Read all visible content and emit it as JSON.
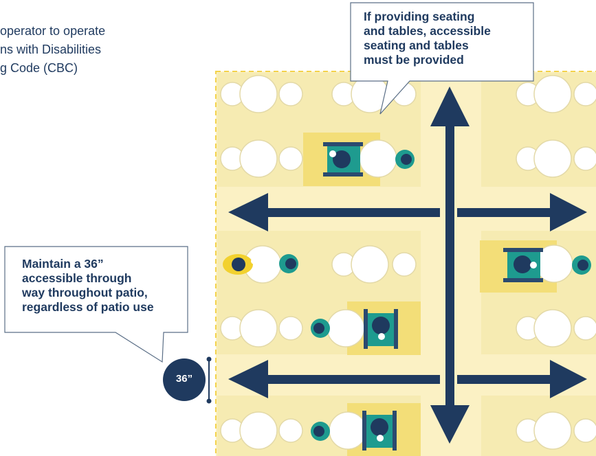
{
  "intro_text": {
    "line1": "operator to operate",
    "line2": "ns with Disabilities",
    "line3": "g Code (CBC)"
  },
  "callout_seating": {
    "line1": "If providing seating",
    "line2": "and tables, accessible",
    "line3": "seating and tables",
    "line4": "must be provided"
  },
  "callout_through_way": {
    "line1": "Maintain a 36”",
    "line2": "accessible through",
    "line3": "way throughout patio,",
    "line4": "regardless of patio use"
  },
  "dimension_badge": {
    "label": "36”"
  },
  "colors": {
    "patio_background": "#fbf1c4",
    "patio_border": "#f3d24a",
    "seat_zone": "#f6e79a",
    "arrow": "#1f3a5f",
    "table": "#ffffff",
    "teal_figure": "#1e9b8f",
    "yellow_figure": "#f2d12f"
  }
}
